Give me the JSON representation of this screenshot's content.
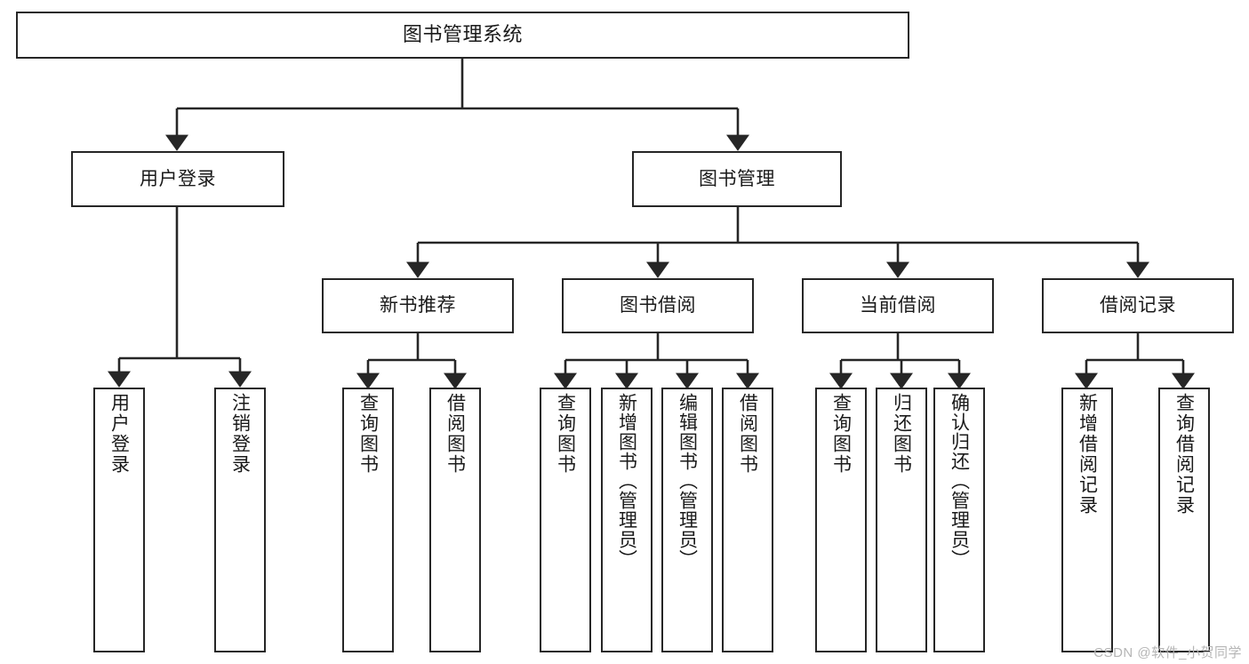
{
  "diagram": {
    "title": "图书管理系统",
    "watermark": "CSDN @软件_小贺同学",
    "colors": {
      "stroke": "#262626",
      "background": "#ffffff",
      "text": "#1a1a1a",
      "watermark": "#b5b5b5"
    },
    "nodes": {
      "root": {
        "label": "图书管理系统"
      },
      "level2": [
        {
          "id": "user-login",
          "label": "用户登录"
        },
        {
          "id": "book-manage",
          "label": "图书管理"
        }
      ],
      "level3": [
        {
          "id": "new-book-recommend",
          "label": "新书推荐"
        },
        {
          "id": "book-borrow",
          "label": "图书借阅"
        },
        {
          "id": "current-borrow",
          "label": "当前借阅"
        },
        {
          "id": "borrow-record",
          "label": "借阅记录"
        }
      ],
      "leaves": {
        "user_login": [
          {
            "id": "leaf-user-login",
            "label": "用户登录"
          },
          {
            "id": "leaf-logout-login",
            "label": "注销登录"
          }
        ],
        "new_book_recommend": [
          {
            "id": "leaf-query-book-1",
            "label": "查询图书"
          },
          {
            "id": "leaf-borrow-book-1",
            "label": "借阅图书"
          }
        ],
        "book_borrow": [
          {
            "id": "leaf-query-book-2",
            "label": "查询图书"
          },
          {
            "id": "leaf-add-book",
            "label": "新增图书（管理员）"
          },
          {
            "id": "leaf-edit-book",
            "label": "编辑图书（管理员）"
          },
          {
            "id": "leaf-borrow-book-2",
            "label": "借阅图书"
          }
        ],
        "current_borrow": [
          {
            "id": "leaf-query-book-3",
            "label": "查询图书"
          },
          {
            "id": "leaf-return-book",
            "label": "归还图书"
          },
          {
            "id": "leaf-confirm-return",
            "label": "确认归还（管理员）"
          }
        ],
        "borrow_record": [
          {
            "id": "leaf-add-record",
            "label": "新增借阅记录"
          },
          {
            "id": "leaf-query-record",
            "label": "查询借阅记录"
          }
        ]
      }
    }
  }
}
